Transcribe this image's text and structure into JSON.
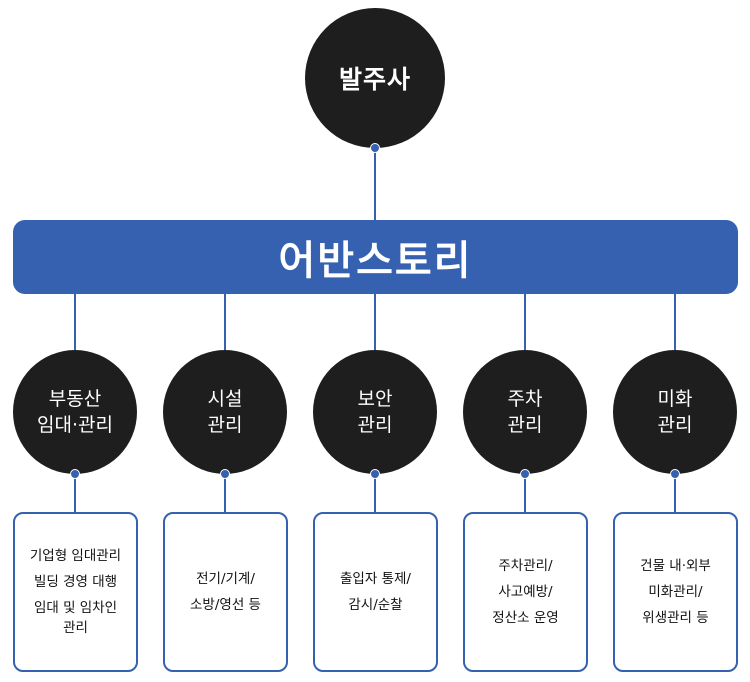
{
  "top": {
    "label": "발주사"
  },
  "center": {
    "label": "어반스토리"
  },
  "colors": {
    "accent": "#3561b0",
    "node": "#1e1e1e",
    "text": "#111111"
  },
  "categories": [
    {
      "lines": [
        "부동산",
        "임대·관리"
      ],
      "details": [
        "기업형 임대관리",
        "빌딩 경영 대행",
        "임대 및 임차인",
        "관리"
      ]
    },
    {
      "lines": [
        "시설",
        "관리"
      ],
      "details": [
        "전기/기계/",
        "소방/영선 등"
      ]
    },
    {
      "lines": [
        "보안",
        "관리"
      ],
      "details": [
        "출입자 통제/",
        "감시/순찰"
      ]
    },
    {
      "lines": [
        "주차",
        "관리"
      ],
      "details": [
        "주차관리/",
        "사고예방/",
        "정산소 운영"
      ]
    },
    {
      "lines": [
        "미화",
        "관리"
      ],
      "details": [
        "건물 내·외부",
        "미화관리/",
        "위생관리 등"
      ]
    }
  ]
}
